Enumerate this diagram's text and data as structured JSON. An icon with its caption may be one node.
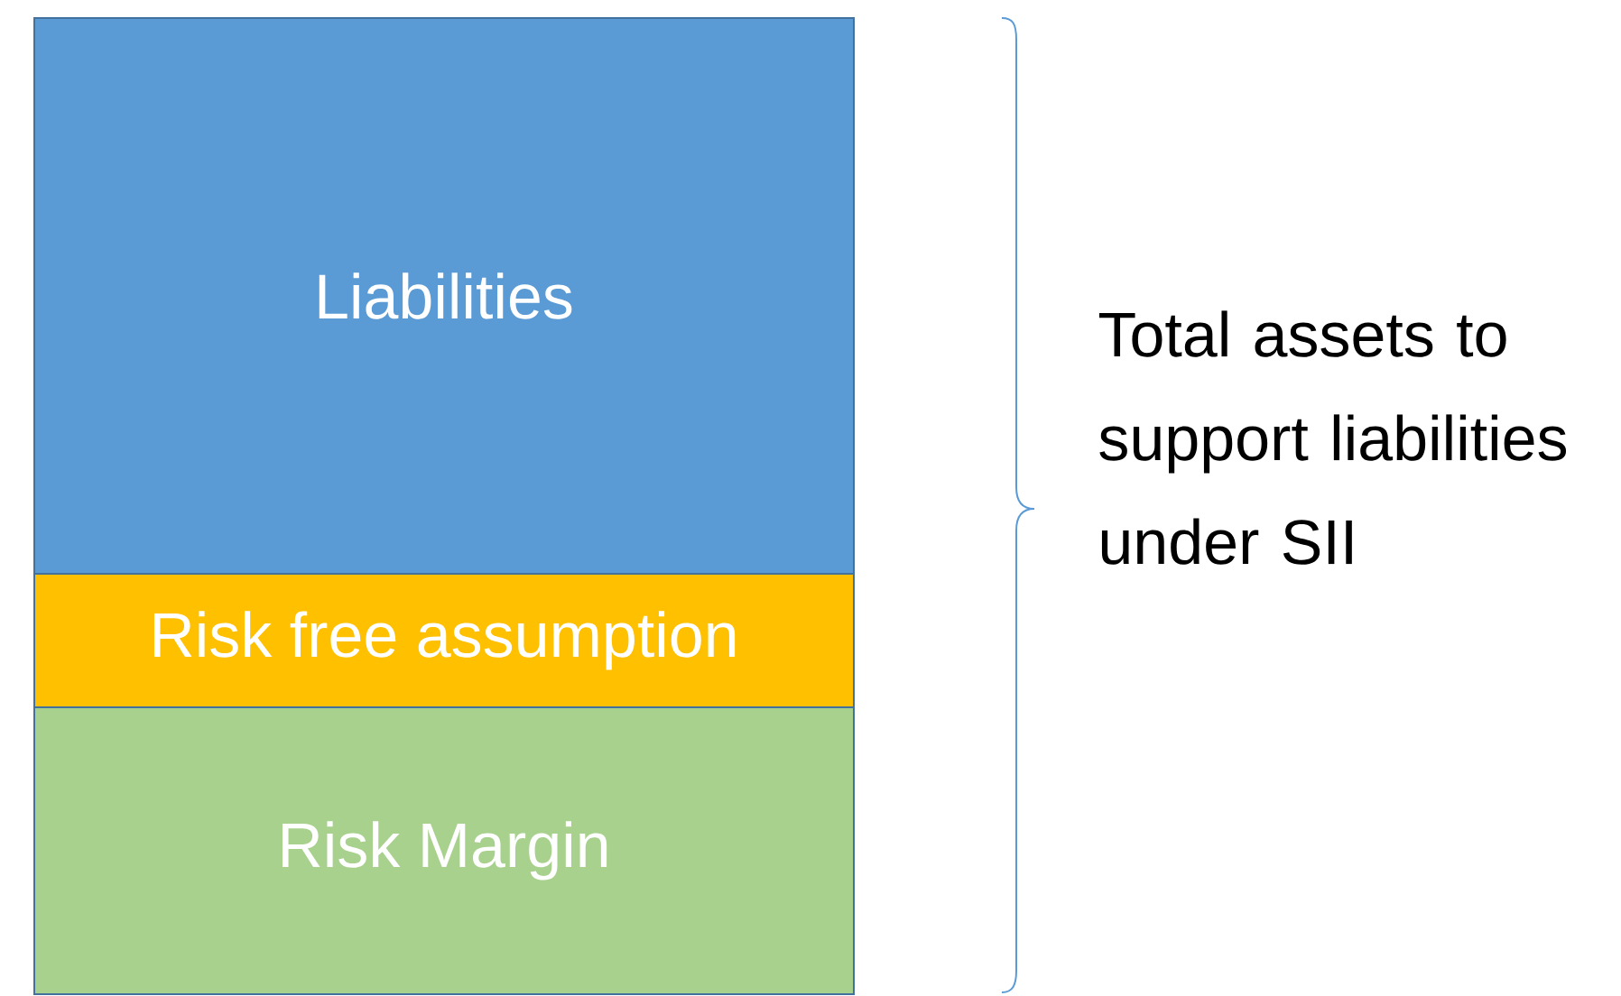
{
  "diagram": {
    "nodes": [
      {
        "text": [
          "Liabilities"
        ]
      },
      {
        "text": [
          "Risk free assumption"
        ]
      },
      {
        "text": [
          "Risk Margin"
        ]
      }
    ],
    "labels": [
      "Total assets to support liabilities under SII"
    ]
  }
}
